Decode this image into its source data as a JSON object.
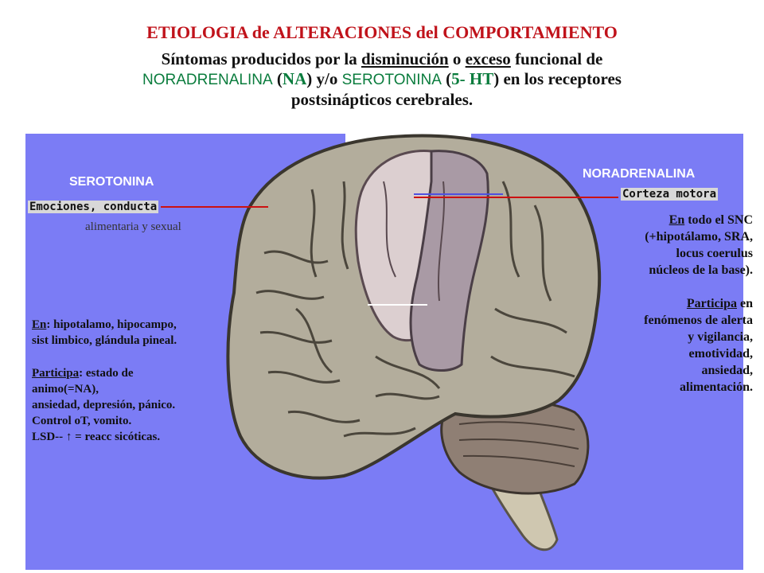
{
  "title": "ETIOLOGIA  de ALTERACIONES del COMPORTAMIENTO",
  "subtitle": {
    "p1": "Síntomas producidos por la ",
    "w_dis": "disminución",
    "p2": " o ",
    "w_exc": "exceso",
    "p3": " funcional de",
    "na_name": "NORADRENALINA",
    "na_open": " (",
    "na_abbr": "NA",
    "na_close": ") y/o ",
    "ht_name": "SEROTONINA",
    "ht_open": " (",
    "ht_abbr": "5- HT",
    "ht_close": ") en los receptores",
    "line3": "postsinápticos cerebrales."
  },
  "labels": {
    "serotonina": "SEROTONINA",
    "noradrenalina": "NORADRENALINA",
    "emociones": "Emociones, conducta",
    "alimentaria": "alimentaria y sexual",
    "corteza": "Corteza motora"
  },
  "left": {
    "l1_u": "En",
    "l1": ": hipotalamo, hipocampo,",
    "l2": "sist limbico, glándula pineal.",
    "l3_u": "Participa",
    "l3": ": estado de",
    "l4": "animo(=NA),",
    "l5": "ansiedad, depresión, pánico.",
    "l6": "Control oT, vomito.",
    "l7_a": "LSD--",
    "l7_arrow": "↑",
    "l7_b": "= reacc sicóticas."
  },
  "right": {
    "r1_u": "En",
    "r1": " todo el SNC",
    "r2": "(+hipotálamo, SRA,",
    "r3": "locus coerulus",
    "r4": "núcleos de la base).",
    "r5_u": "Participa",
    "r5": " en",
    "r6": "fenómenos de alerta",
    "r7": "y vigilancia,",
    "r8": "emotividad,",
    "r9": "ansiedad,",
    "r10": "alimentación."
  },
  "colors": {
    "title": "#c0121a",
    "panel": "#7b7cf5",
    "brain": "#b3ad9c",
    "motor_cortex": "#a99aa5",
    "premotor": "#dccfd0",
    "cerebellum": "#8f7f74",
    "pointer_line": "#cc1111"
  }
}
